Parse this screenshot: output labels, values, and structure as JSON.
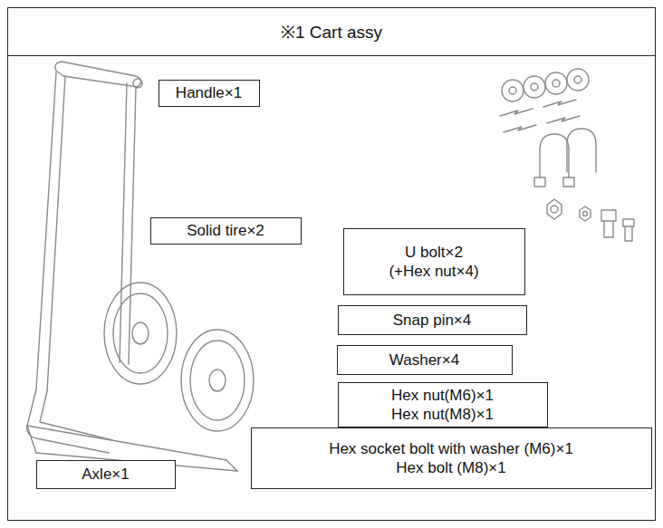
{
  "diagram": {
    "nodes": [
      {
        "text": [
          "※1 Cart assy"
        ]
      },
      {
        "text": [
          "Handle×1"
        ],
        "in": 0
      },
      {
        "text": [
          "Solid tire×2"
        ],
        "in": 0
      },
      {
        "text": [
          "U bolt×2",
          "(+Hex nut×4)"
        ],
        "in": 0
      },
      {
        "text": [
          "Snap pin×4"
        ],
        "in": 0
      },
      {
        "text": [
          "Washer×4"
        ],
        "in": 0
      },
      {
        "text": [
          "Hex nut(M6)×1",
          "Hex nut(M8)×1"
        ],
        "in": 0
      },
      {
        "text": [
          "Hex socket bolt with washer (M6)×1",
          "Hex bolt (M8)×1"
        ],
        "in": 0
      },
      {
        "text": [
          "Axle×1"
        ],
        "in": 0
      }
    ]
  }
}
